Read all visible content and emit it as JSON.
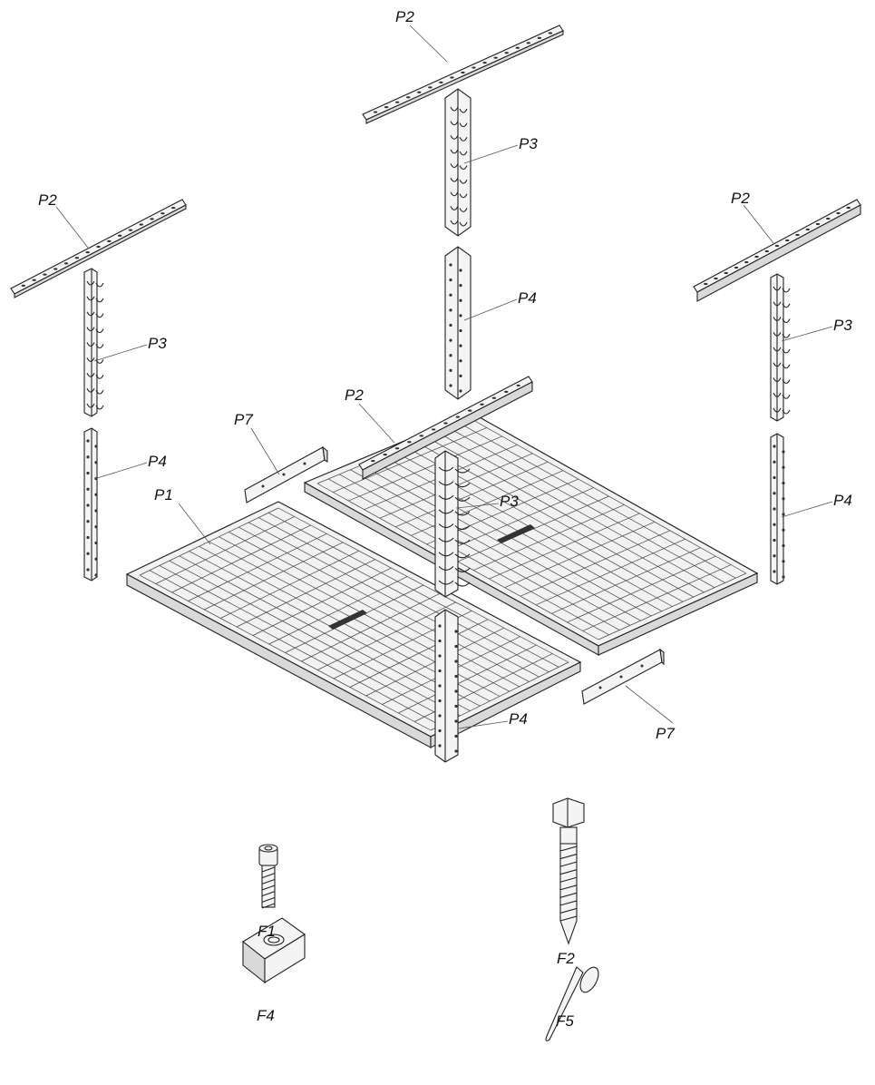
{
  "diagram": {
    "labels": {
      "p2_top": "P2",
      "p3_top": "P3",
      "p4_top": "P4",
      "p2_left": "P2",
      "p3_left": "P3",
      "p4_left": "P4",
      "p2_right": "P2",
      "p3_right": "P3",
      "p4_right": "P4",
      "p2_center": "P2",
      "p3_center": "P3",
      "p4_center": "P4",
      "p7_left": "P7",
      "p7_right": "P7",
      "p1": "P1",
      "f1": "F1",
      "f2": "F2",
      "f4": "F4",
      "f5": "F5"
    }
  }
}
